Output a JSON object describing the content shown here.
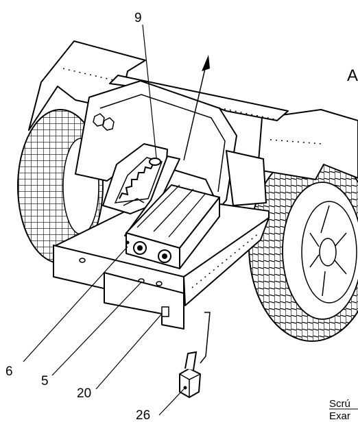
{
  "callouts": {
    "c9": "9",
    "c6": "6",
    "c5": "5",
    "c20": "20",
    "c26": "26"
  },
  "cut_text": {
    "top_right": "A",
    "bottom_line1": "Scrú",
    "bottom_line2": "Exar"
  }
}
